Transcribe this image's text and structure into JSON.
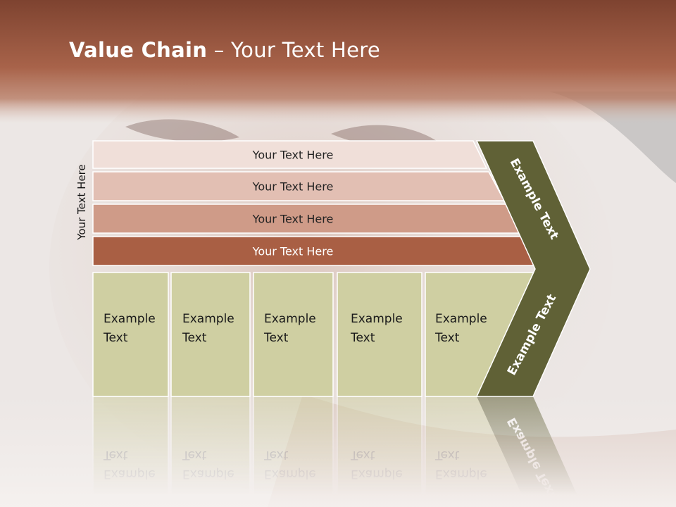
{
  "slide": {
    "title_bold": "Value Chain",
    "title_rest": " – Your Text Here",
    "side_label": "Your Text Here"
  },
  "bars": [
    {
      "label": "Your Text Here",
      "fill": "#f0dfd9"
    },
    {
      "label": "Your Text Here",
      "fill": "#e2bfb3"
    },
    {
      "label": "Your Text Here",
      "fill": "#cf9b88"
    },
    {
      "label": "Your Text Here",
      "fill": "#a95f44"
    }
  ],
  "boxes": [
    {
      "line1": "Example",
      "line2": "Text"
    },
    {
      "line1": "Example",
      "line2": "Text"
    },
    {
      "line1": "Example",
      "line2": "Text"
    },
    {
      "line1": "Example",
      "line2": "Text"
    },
    {
      "line1": "Example",
      "line2": "Text"
    }
  ],
  "chevron": {
    "upper_label": "Example Text",
    "lower_label": "Example Text",
    "fill": "#606136"
  },
  "colors": {
    "header": "#9a553c",
    "box_fill": "#cfcfa2"
  }
}
